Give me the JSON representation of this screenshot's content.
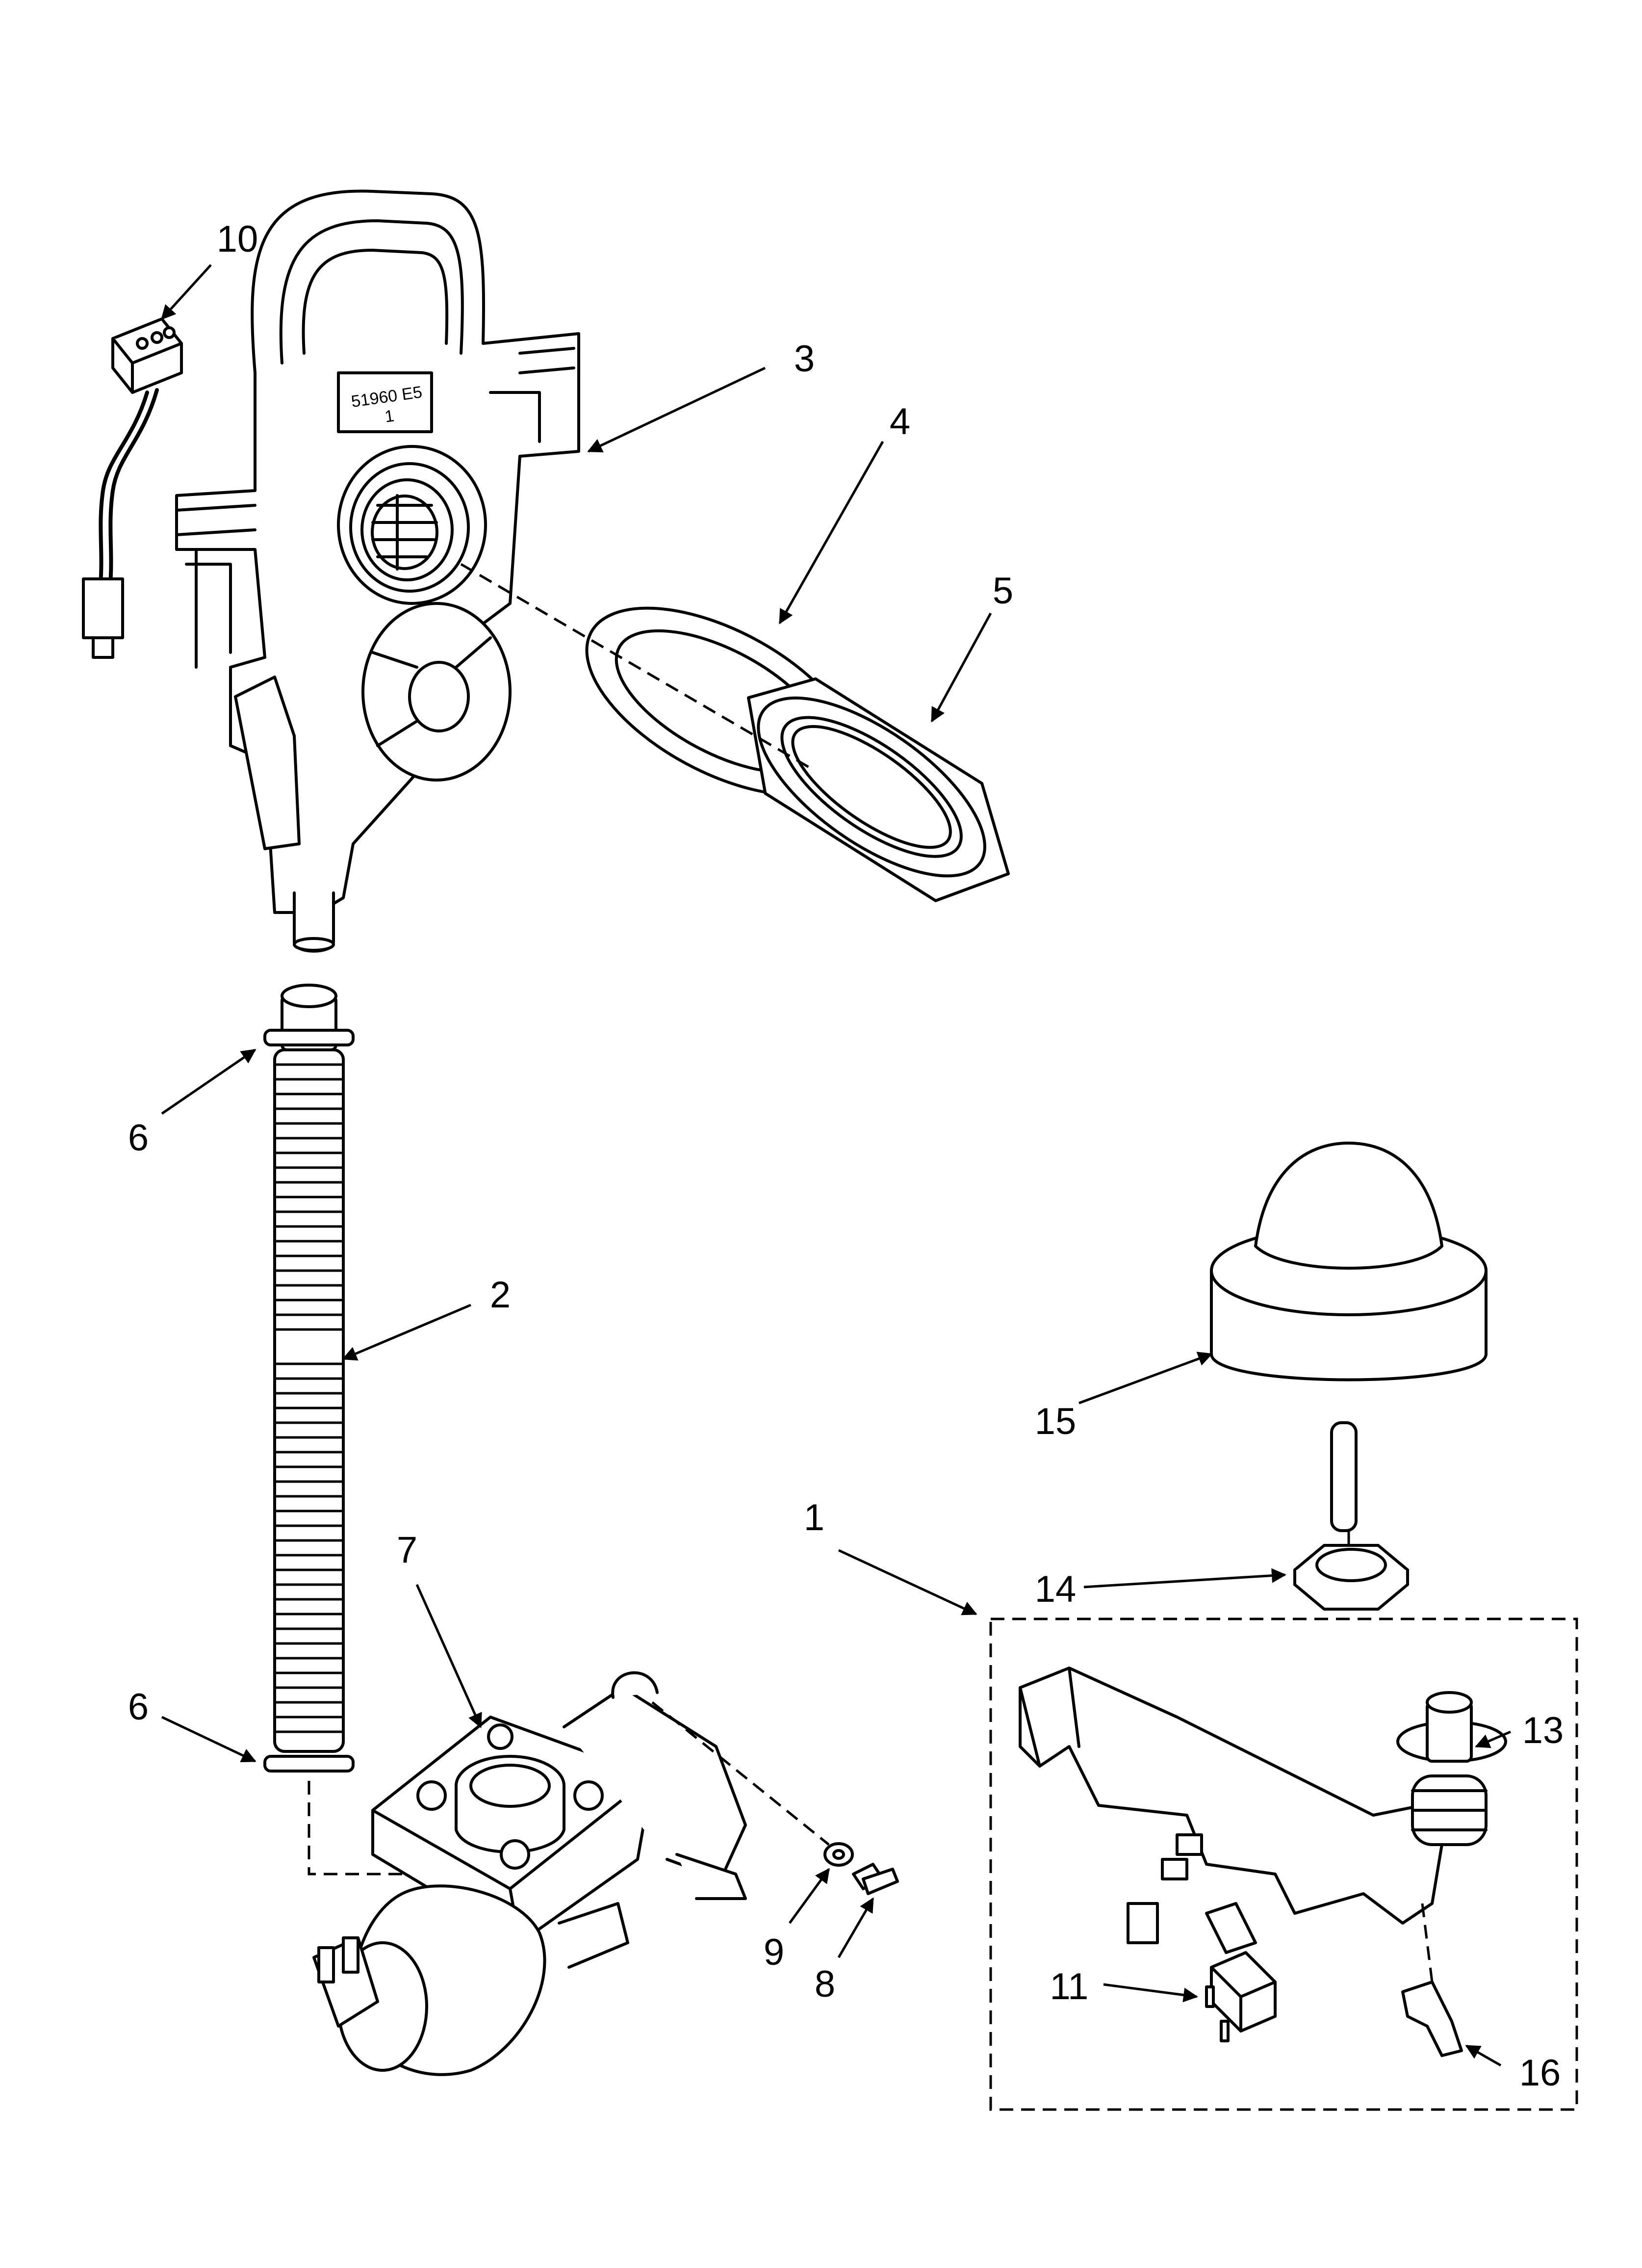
{
  "diagram": {
    "housing_marking_line1": "51960 E5",
    "housing_marking_line2": "1",
    "callouts": [
      {
        "id": "c10",
        "label": "10"
      },
      {
        "id": "c3",
        "label": "3"
      },
      {
        "id": "c4",
        "label": "4"
      },
      {
        "id": "c5",
        "label": "5"
      },
      {
        "id": "c6a",
        "label": "6"
      },
      {
        "id": "c2",
        "label": "2"
      },
      {
        "id": "c15",
        "label": "15"
      },
      {
        "id": "c1",
        "label": "1"
      },
      {
        "id": "c14",
        "label": "14"
      },
      {
        "id": "c7",
        "label": "7"
      },
      {
        "id": "c6b",
        "label": "6"
      },
      {
        "id": "c13",
        "label": "13"
      },
      {
        "id": "c9",
        "label": "9"
      },
      {
        "id": "c8",
        "label": "8"
      },
      {
        "id": "c11",
        "label": "11"
      },
      {
        "id": "c16",
        "label": "16"
      }
    ]
  }
}
